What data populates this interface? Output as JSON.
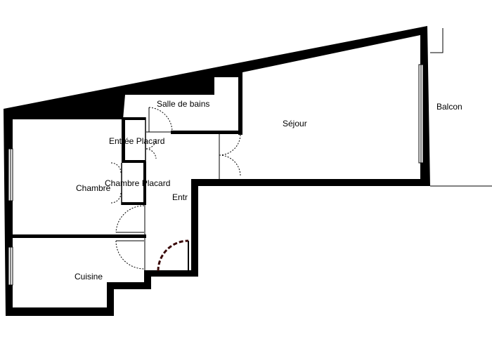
{
  "plan": {
    "rooms": {
      "salle_de_bains": "Salle de bains",
      "sejour": "Séjour",
      "balcon": "Balcon",
      "entree_placard": "Entrée Placard",
      "chambre_placard": "Chambre Placard",
      "chambre": "Chambre",
      "entree": "Entr",
      "cuisine": "Cuisine"
    },
    "colors": {
      "wall": "#000000",
      "background": "#ffffff",
      "entry_door": "#3a0a0a"
    }
  }
}
